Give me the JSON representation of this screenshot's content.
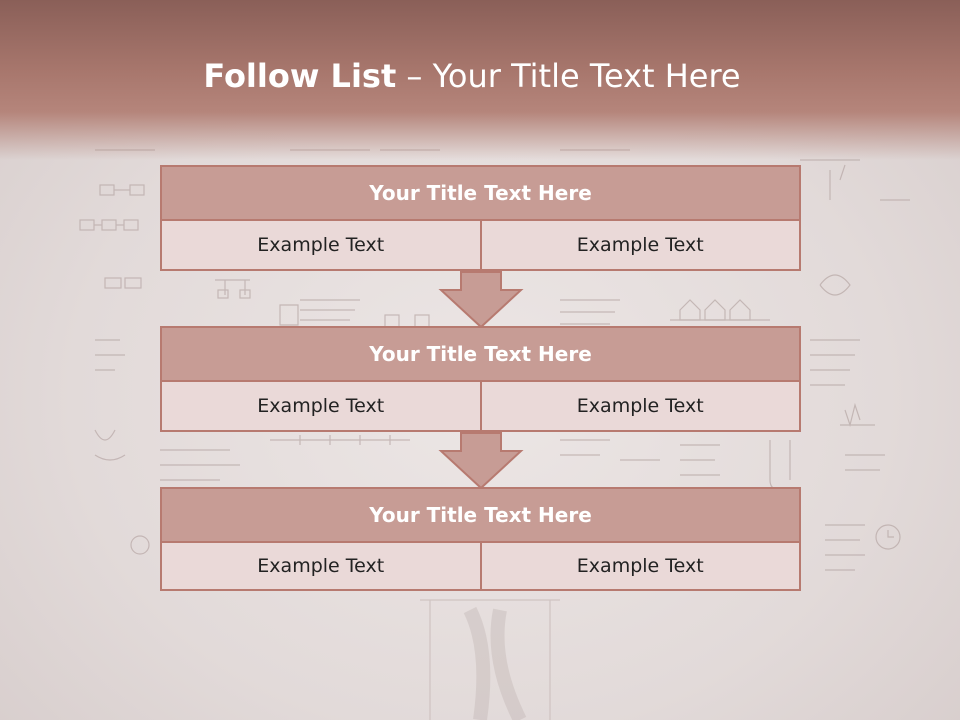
{
  "header": {
    "title_bold": "Follow List",
    "title_rest": " – Your Title Text Here"
  },
  "blocks": [
    {
      "title": "Your Title Text Here",
      "left": "Example Text",
      "right": "Example Text"
    },
    {
      "title": "Your Title Text Here",
      "left": "Example Text",
      "right": "Example Text"
    },
    {
      "title": "Your Title Text Here",
      "left": "Example Text",
      "right": "Example Text"
    }
  ],
  "colors": {
    "header": "#a8776d",
    "block_title": "#c79c95",
    "cell": "#ead9d8",
    "border": "#b77a70"
  }
}
